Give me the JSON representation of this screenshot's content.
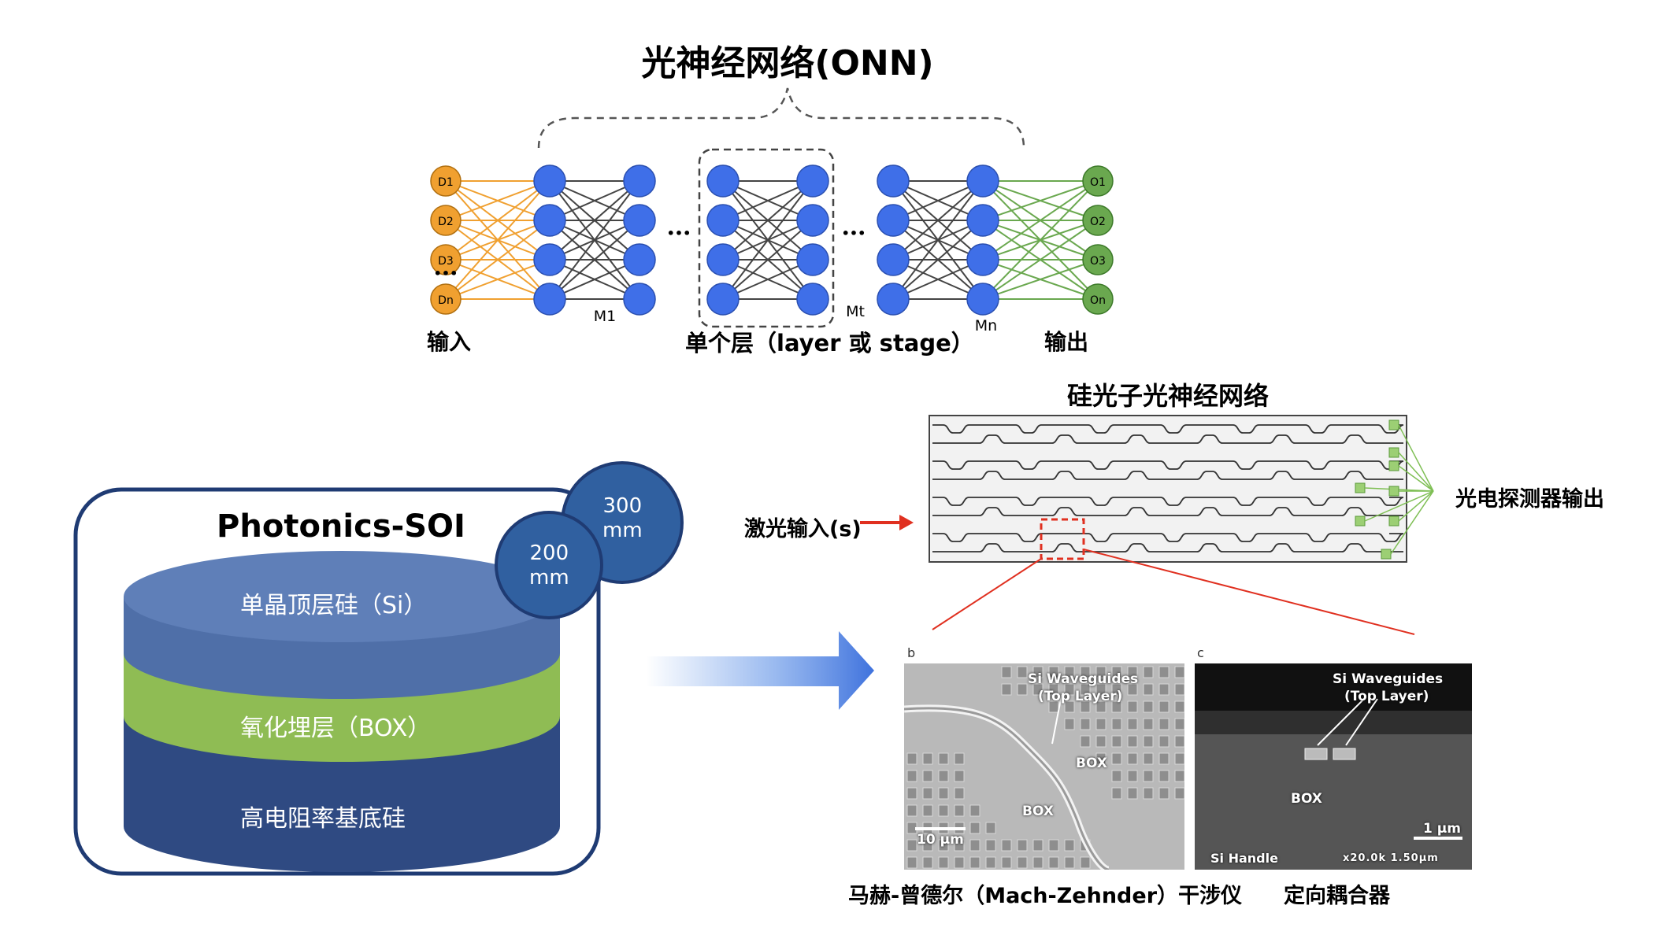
{
  "onn": {
    "title": "光神经网络(ONN)",
    "inputs": [
      "D1",
      "D2",
      "D3",
      "Dn"
    ],
    "outputs": [
      "O1",
      "O2",
      "O3",
      "On"
    ],
    "ellipsis": "•••",
    "matrix_labels": [
      "M1",
      "Mt",
      "Mn"
    ],
    "label_input": "输入",
    "label_layer": "单个层（layer 或 stage）",
    "label_output": "输出"
  },
  "soi": {
    "title": "Photonics-SOI",
    "layers": [
      "单晶顶层硅（Si）",
      "氧化埋层（BOX）",
      "高电阻率基底硅"
    ],
    "wafer_300": "300\nmm",
    "wafer_200": "200\nmm"
  },
  "chip": {
    "title": "硅光子光神经网络",
    "laser_input": "激光输入(s)",
    "detector_output": "光电探测器输出"
  },
  "sem": {
    "left": {
      "panel_letter": "b",
      "waveguide": "Si Waveguides",
      "top_layer": "(Top Layer)",
      "box1": "BOX",
      "box2": "BOX",
      "scale": "10 μm",
      "caption": "马赫-曾德尔（Mach-Zehnder）干涉仪"
    },
    "right": {
      "panel_letter": "c",
      "waveguide": "Si Waveguides",
      "top_layer": "(Top Layer)",
      "box": "BOX",
      "scale": "1 μm",
      "handle": "Si Handle",
      "mag": "x20.0k 1.50μm",
      "caption": "定向耦合器"
    }
  },
  "colors": {
    "input_node": "#f0a030",
    "hidden_node": "#3f6fe8",
    "output_node": "#6aa84f",
    "wafer_top": "#4f6fa8",
    "wafer_box": "#8fbc54",
    "wafer_base": "#2f4a82",
    "circle": "#3060a0",
    "frame": "#1f3b73",
    "red": "#e03020"
  }
}
